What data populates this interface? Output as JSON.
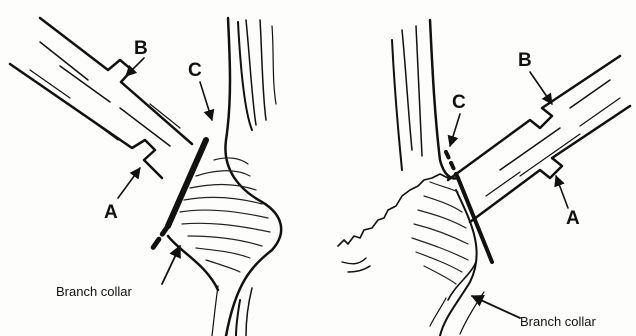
{
  "figures": [
    {
      "id": "left",
      "labels": {
        "a": "A",
        "b": "B",
        "c": "C"
      },
      "caption": "Branch collar"
    },
    {
      "id": "right",
      "labels": {
        "a": "A",
        "b": "B",
        "c": "C"
      },
      "caption": "Branch collar"
    }
  ],
  "colors": {
    "ink": "#111111",
    "paper": "#fdfdfb"
  }
}
